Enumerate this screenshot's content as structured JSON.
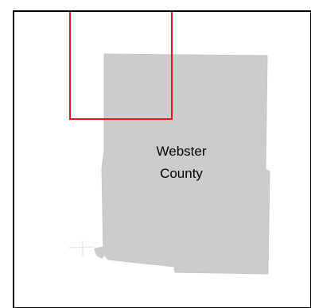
{
  "map": {
    "county_label": {
      "line1": "Webster",
      "line2": "County"
    },
    "colors": {
      "county_fill": "#cccccc",
      "frame_border": "#000000",
      "highlight_box": "#e8141c",
      "background": "#ffffff"
    },
    "highlight": {
      "description_semantic": "inset-extent-box"
    }
  }
}
